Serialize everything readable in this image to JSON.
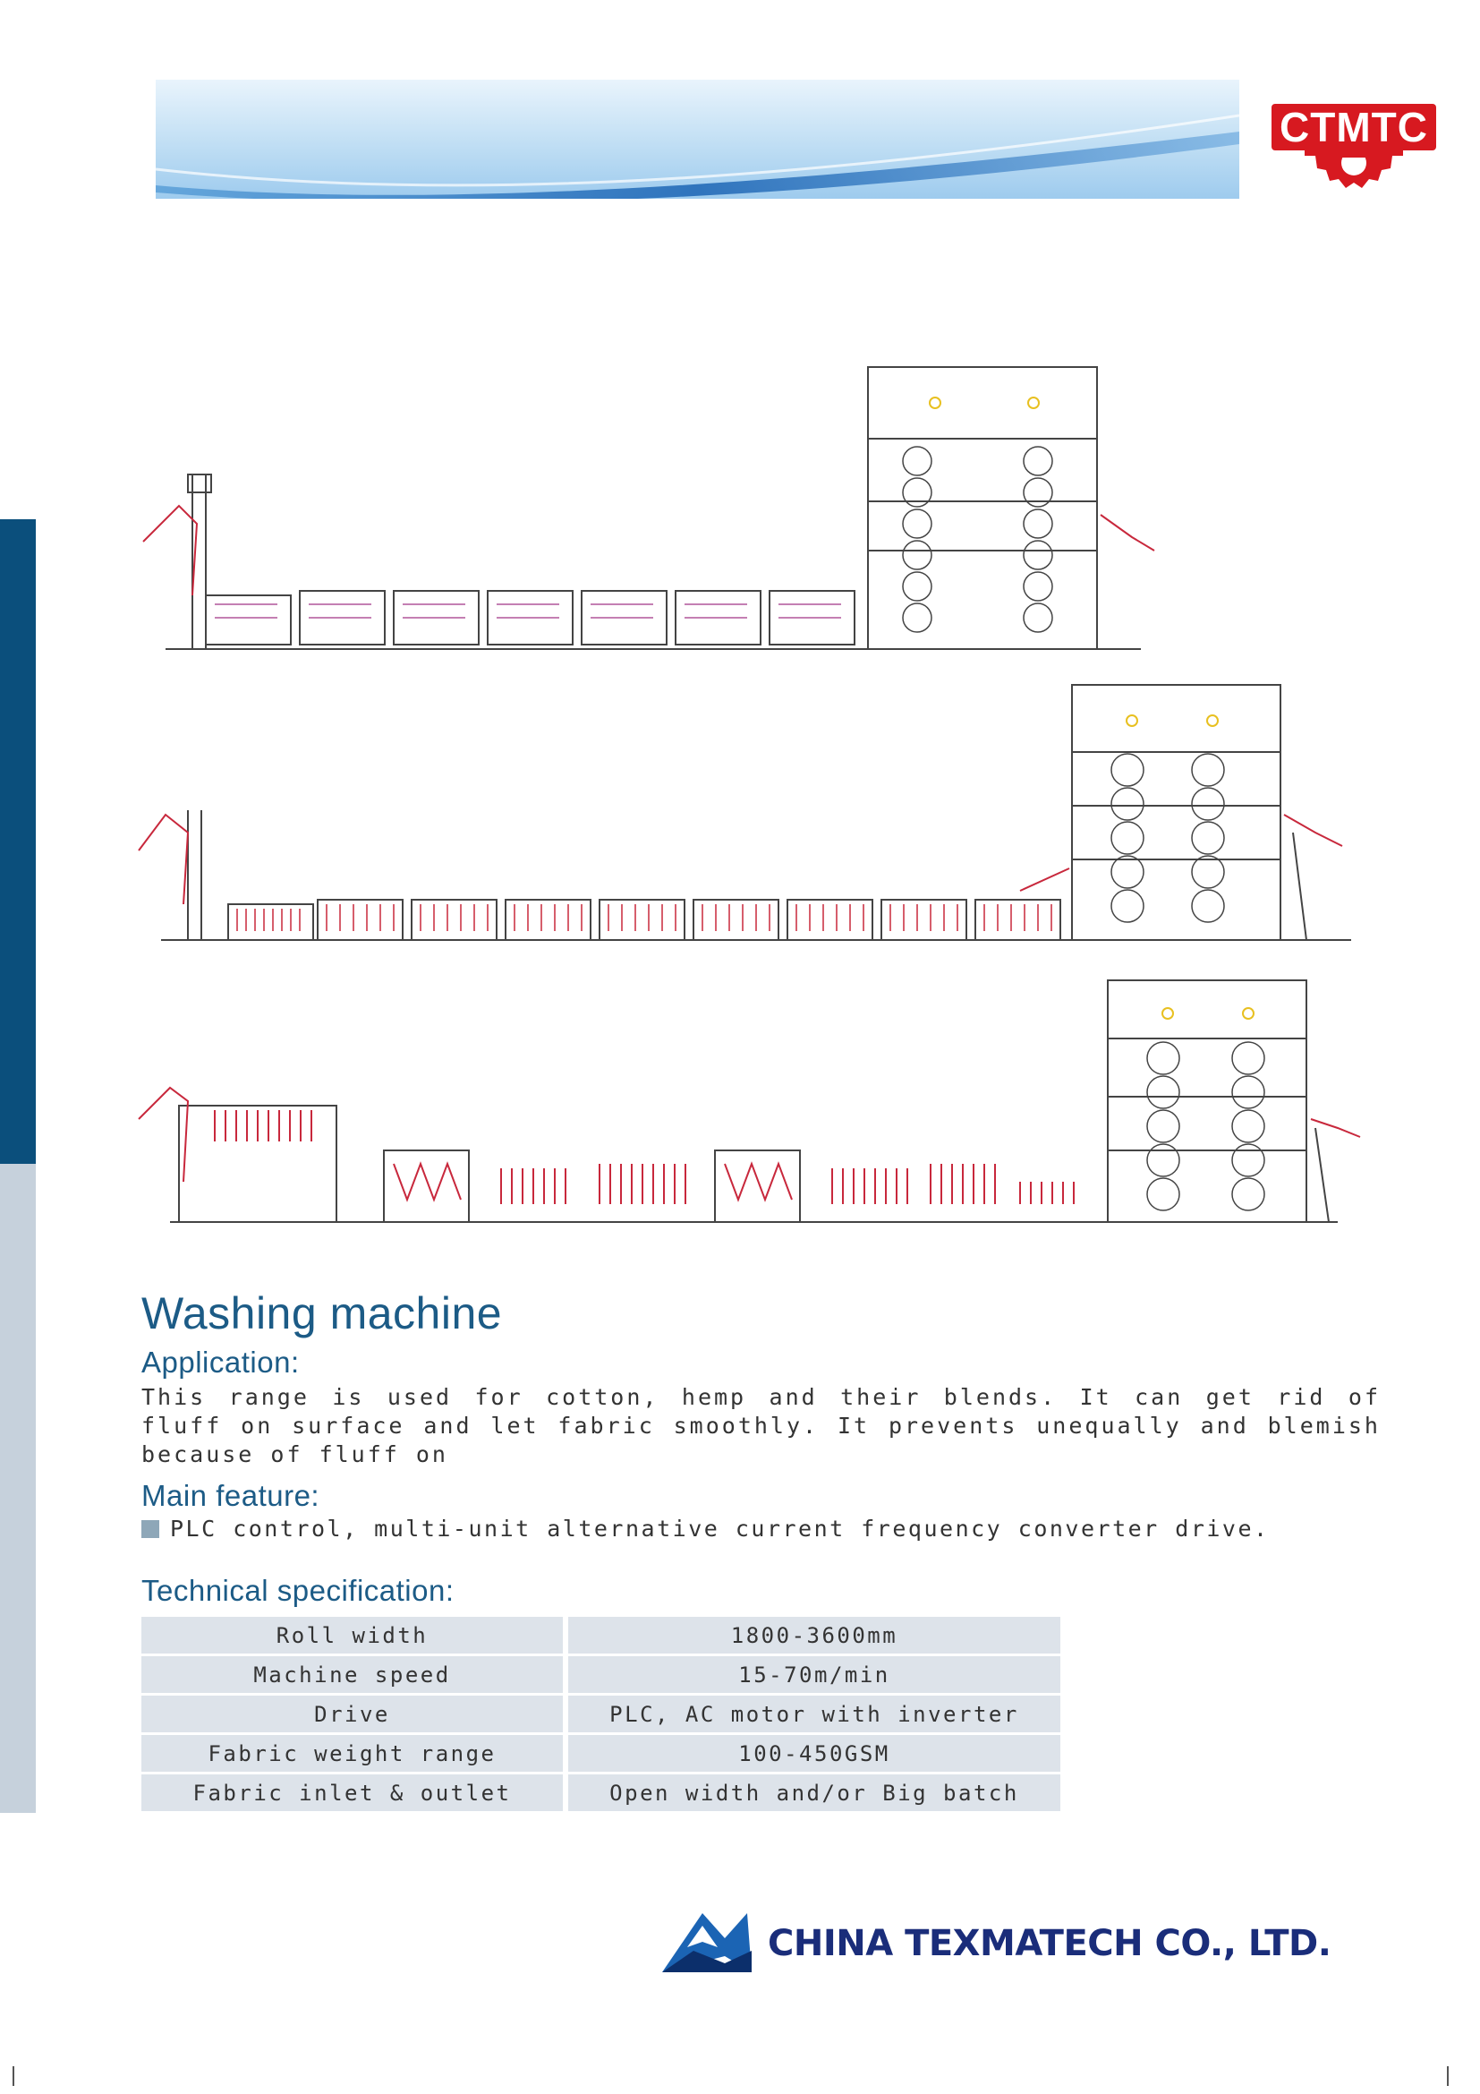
{
  "brand": {
    "logo_text": "CTMTC"
  },
  "title": "Washing machine",
  "application": {
    "heading": "Application:",
    "text": "This range is used for cotton, hemp and their blends. It can get rid of fluff on surface and let fabric smoothly. It prevents unequally and blemish because of fluff on"
  },
  "main_feature": {
    "heading": "Main feature:",
    "items": [
      "PLC control, multi-unit alternative current frequency converter drive."
    ]
  },
  "tech_spec": {
    "heading": "Technical specification:",
    "rows": [
      {
        "label": "Roll width",
        "value": "1800-3600mm"
      },
      {
        "label": "Machine speed",
        "value": "15-70m/min"
      },
      {
        "label": "Drive",
        "value": "PLC, AC motor with inverter"
      },
      {
        "label": "Fabric weight range",
        "value": "100-450GSM"
      },
      {
        "label": "Fabric inlet & outlet",
        "value": "Open width and/or Big batch"
      }
    ]
  },
  "company": {
    "name": "CHINA TEXMATECH CO., LTD."
  },
  "colors": {
    "accent_blue": "#1c5b86",
    "logo_red": "#d71920",
    "side_bar_dark": "#0b4f7c",
    "side_bar_light": "#c6d1dc",
    "table_bg": "#dde3ea",
    "diagram_red": "#c8283c"
  }
}
